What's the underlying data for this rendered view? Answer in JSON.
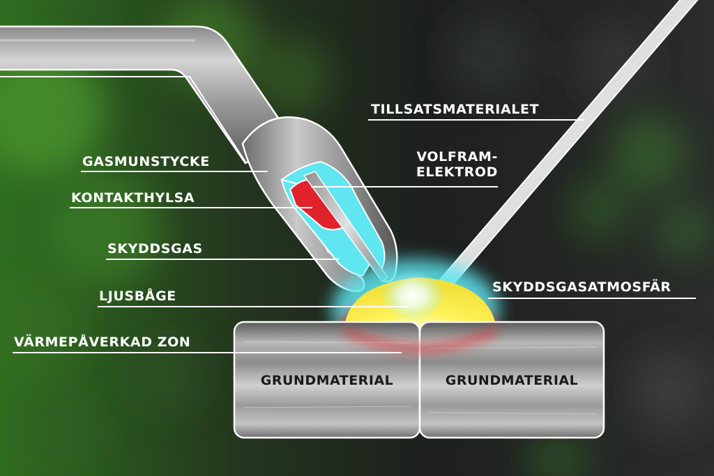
{
  "labels": {
    "gas_nozzle": "GASMUNSTYCKE",
    "contact_tube": "KONTAKTHYLSA",
    "shielding_gas": "SKYDDSGAS",
    "arc": "LJUSBÅGE",
    "heat_affected_zone": "VÄRMEPÅVERKAD ZON",
    "filler_material": "TILLSATSMATERIALET",
    "tungsten_electrode_line1": "VOLFRAM-",
    "tungsten_electrode_line2": "ELEKTROD",
    "shielding_atmosphere": "SKYDDSGASATMOSFÄR",
    "base_material_left": "GRUNDMATERIAL",
    "base_material_right": "GRUNDMATERIAL"
  },
  "colors": {
    "background_green": "#3f8a2a",
    "background_dark": "#1c1f1d",
    "metal_light": "#c8c8c8",
    "metal_dark": "#6a6a6a",
    "gas_cyan": "#5fe6f0",
    "contact_red": "#e0232a",
    "weld_yellow": "#fff04a",
    "heat_red": "#e8262a",
    "label_text": "#ffffff"
  }
}
